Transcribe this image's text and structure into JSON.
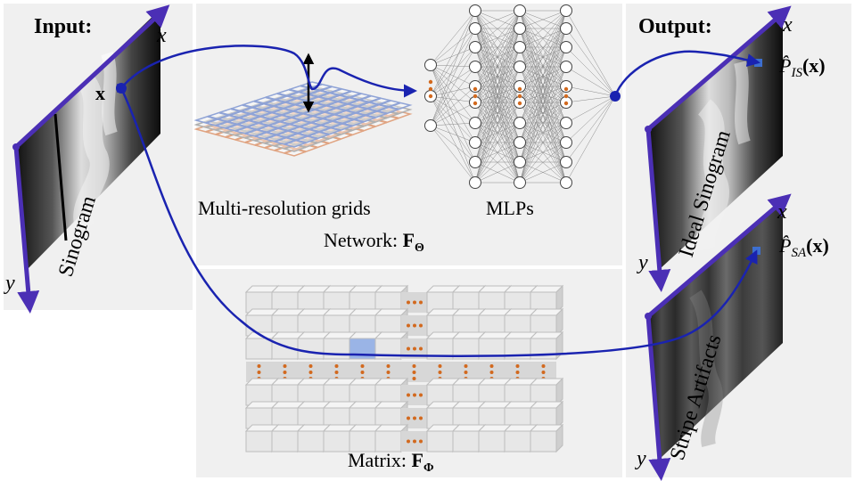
{
  "input": {
    "heading": "Input:",
    "point_label": "x",
    "axis_x": "x",
    "axis_y": "y",
    "caption": "Sinogram"
  },
  "network": {
    "grids_label": "Multi-resolution grids",
    "mlps_label": "MLPs",
    "caption_prefix": "Network: ",
    "symbol_main": "F",
    "symbol_sub": "Θ"
  },
  "matrix": {
    "caption_prefix": "Matrix: ",
    "symbol_main": "F",
    "symbol_sub": "Φ"
  },
  "output": {
    "heading": "Output:",
    "ideal": {
      "axis_x": "x",
      "axis_y": "y",
      "caption": "Ideal Sinogram",
      "formula_base": "P̂",
      "formula_sub": "IS",
      "formula_arg": "(x)"
    },
    "stripe": {
      "axis_x": "x",
      "axis_y": "y",
      "caption": "Stripe Artifacts",
      "formula_base": "P̂",
      "formula_sub": "SA",
      "formula_arg": "(x)"
    }
  },
  "colors": {
    "axis_purple": "#4b2fb5",
    "flow_blue": "#1a23b0",
    "grid_blue": "#8fa3d6",
    "grid_orange": "#e0a482",
    "dot_orange": "#d2691e",
    "panel_gray": "#f0f0f0"
  }
}
